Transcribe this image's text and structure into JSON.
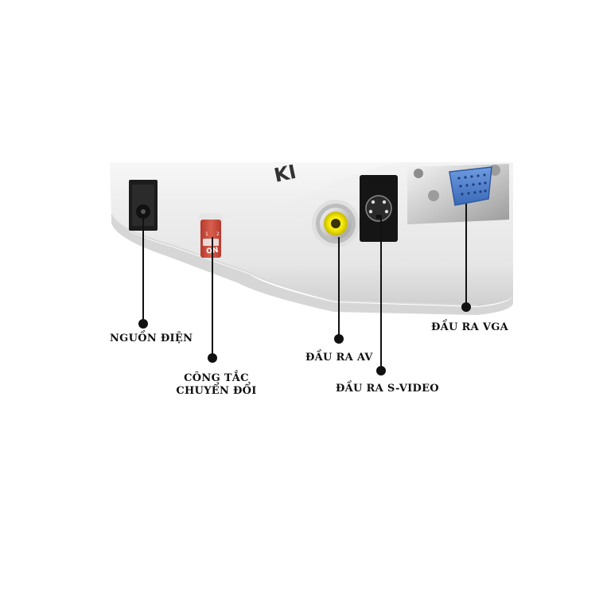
{
  "brand_text": "KI",
  "switch": {
    "mark_1": "1",
    "mark_2": "2",
    "mark_on": "ON"
  },
  "callouts": {
    "power": "NGUỒN ĐIỆN",
    "switch_line1": "CÔNG TẮC",
    "switch_line2": "CHUYỂN ĐỔI",
    "av": "ĐẦU RA AV",
    "svideo": "ĐẦU RA S-VIDEO",
    "vga": "ĐẦU RA VGA"
  },
  "colors": {
    "background": "#ffffff",
    "device_body": "#f2f2f2",
    "rca_yellow": "#f5e800",
    "vga_blue": "#4a7fd0",
    "switch_red": "#c94a3c",
    "callout": "#111111"
  }
}
